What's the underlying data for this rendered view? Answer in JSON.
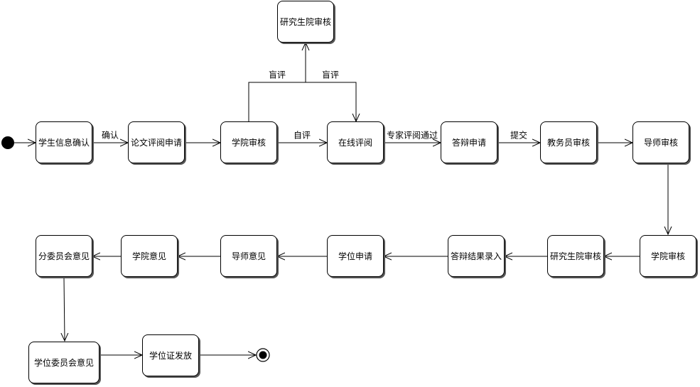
{
  "nodes": {
    "student_info_confirm": "学生信息确认",
    "thesis_review_apply": "论文评阅申请",
    "college_review_1": "学院审核",
    "grad_school_review_top": "研究生院审核",
    "online_review": "在线评阅",
    "defense_apply": "答辩申请",
    "academic_staff_review": "教务员审核",
    "advisor_review": "导师审核",
    "college_review_2": "学院审核",
    "grad_school_review_2": "研究生院审核",
    "defense_result_entry": "答辩结果录入",
    "degree_apply": "学位申请",
    "advisor_opinion": "导师意见",
    "college_opinion": "学院意见",
    "subcommittee_opinion": "分委员会意见",
    "degree_committee_opinion": "学位委员会意见",
    "degree_certificate_issue": "学位证发放"
  },
  "edges": {
    "confirm": "确认",
    "blind_review_up": "盲评",
    "blind_review_down": "盲评",
    "self_review": "自评",
    "expert_review_passed": "专家评阅通过",
    "submit": "提交"
  }
}
